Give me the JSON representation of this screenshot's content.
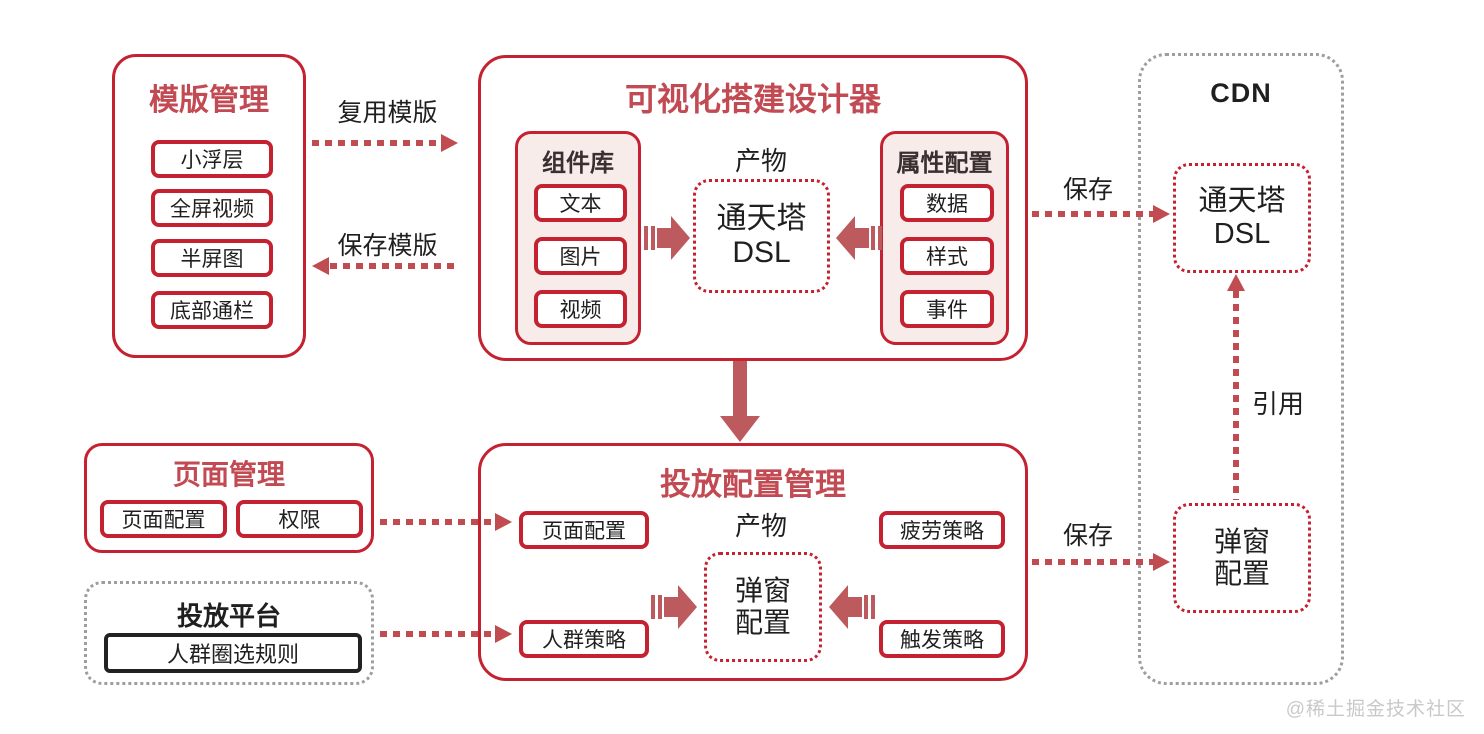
{
  "colors": {
    "border_red": "#c42231",
    "title_red": "#c24a52",
    "arrow_red": "#bd5a5e",
    "dotted_arrow_red": "#c04b51",
    "panel_bg": "#f8ecea",
    "panel_title_dark": "#3a2f31",
    "text_black": "#1f1f1f",
    "gray_border": "#9e9e9e",
    "watermark_gray": "#c9c9c9"
  },
  "template_mgmt": {
    "title": "模版管理",
    "items": [
      "小浮层",
      "全屏视频",
      "半屏图",
      "底部通栏"
    ]
  },
  "template_flows": {
    "reuse_label": "复用模版",
    "save_label": "保存模版"
  },
  "designer": {
    "title": "可视化搭建设计器",
    "component_lib": {
      "title": "组件库",
      "items": [
        "文本",
        "图片",
        "视频"
      ]
    },
    "output_label": "产物",
    "dsl_line1": "通天塔",
    "dsl_line2": "DSL",
    "attr_config": {
      "title": "属性配置",
      "items": [
        "数据",
        "样式",
        "事件"
      ]
    }
  },
  "delivery": {
    "title": "投放配置管理",
    "output_label": "产物",
    "left_items": [
      "页面配置",
      "人群策略"
    ],
    "right_items": [
      "疲劳策略",
      "触发策略"
    ],
    "popup_line1": "弹窗",
    "popup_line2": "配置"
  },
  "page_mgmt": {
    "title": "页面管理",
    "items": [
      "页面配置",
      "权限"
    ]
  },
  "platform": {
    "title": "投放平台",
    "item": "人群圈选规则"
  },
  "cdn": {
    "title": "CDN",
    "save_top_label": "保存",
    "save_bottom_label": "保存",
    "reference_label": "引用",
    "dsl_line1": "通天塔",
    "dsl_line2": "DSL",
    "popup_line1": "弹窗",
    "popup_line2": "配置"
  },
  "watermark": "@稀土掘金技术社区"
}
